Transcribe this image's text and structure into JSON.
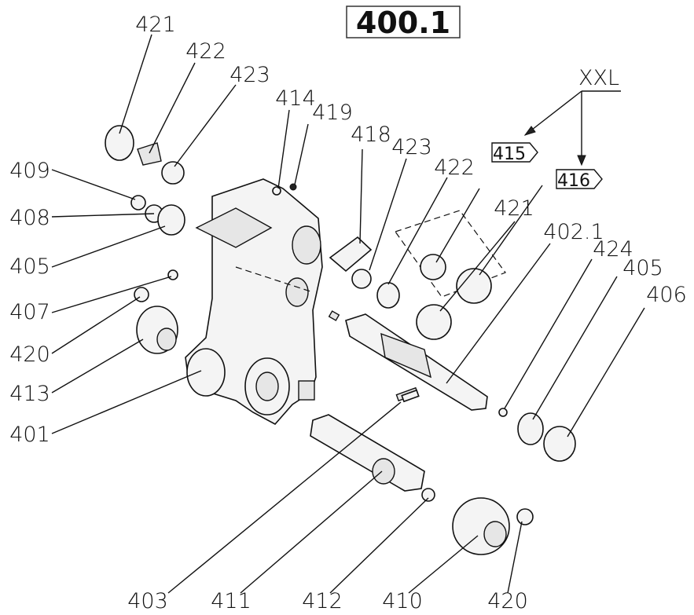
{
  "diagram": {
    "title": "400.1",
    "group_label": "XXL",
    "tags": [
      "415",
      "416"
    ],
    "callouts": [
      "421",
      "422",
      "423",
      "414",
      "419",
      "418",
      "423",
      "422",
      "409",
      "408",
      "405",
      "421",
      "402.1",
      "424",
      "405",
      "406",
      "407",
      "420",
      "413",
      "401",
      "403",
      "411",
      "412",
      "410",
      "420"
    ]
  }
}
